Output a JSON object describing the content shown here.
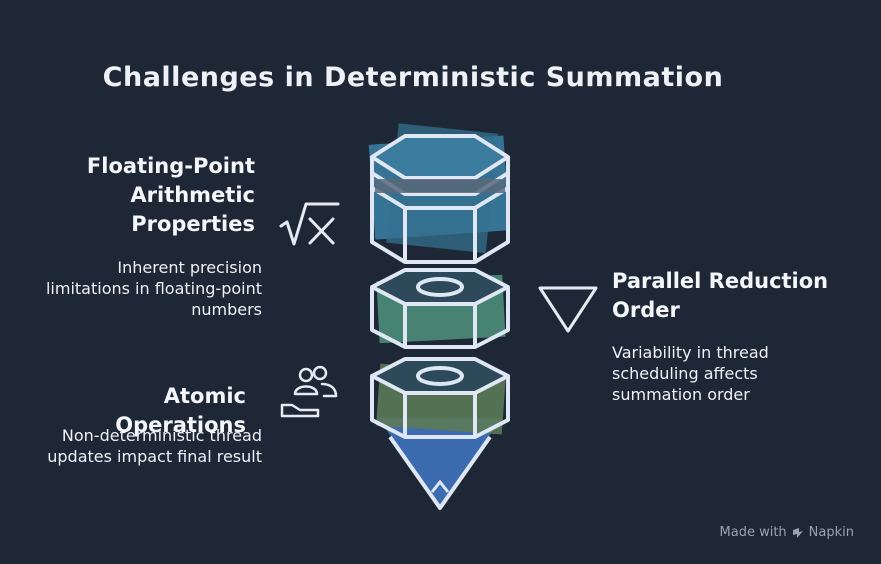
{
  "title": "Challenges in Deterministic Summation",
  "sections": {
    "floating_point": {
      "heading": "Floating-Point Arithmetic Properties",
      "heading_lines": [
        "Floating-Point",
        "Arithmetic",
        "Properties"
      ],
      "description_lines": [
        "Inherent precision",
        "limitations in floating-point",
        "numbers"
      ],
      "icon": "square-root-icon"
    },
    "parallel_reduction": {
      "heading_lines": [
        "Parallel Reduction",
        "Order"
      ],
      "description_lines": [
        "Variability in thread",
        "scheduling affects",
        "summation order"
      ],
      "icon": "triangle-down-icon"
    },
    "atomic_operations": {
      "heading_lines": [
        "Atomic Operations"
      ],
      "description_lines": [
        "Non-deterministic thread",
        "updates impact final result"
      ],
      "icon": "users-hand-icon"
    }
  },
  "colors": {
    "background": "#1d2736",
    "outline": "#dfe7f4",
    "top_fill": "#3b7c9e",
    "middle_fill": "#4c8d7a",
    "bottom_fill": "#5b7a56",
    "tip_fill": "#3f6fb6"
  },
  "watermark": {
    "prefix": "Made with",
    "brand": "Napkin"
  }
}
